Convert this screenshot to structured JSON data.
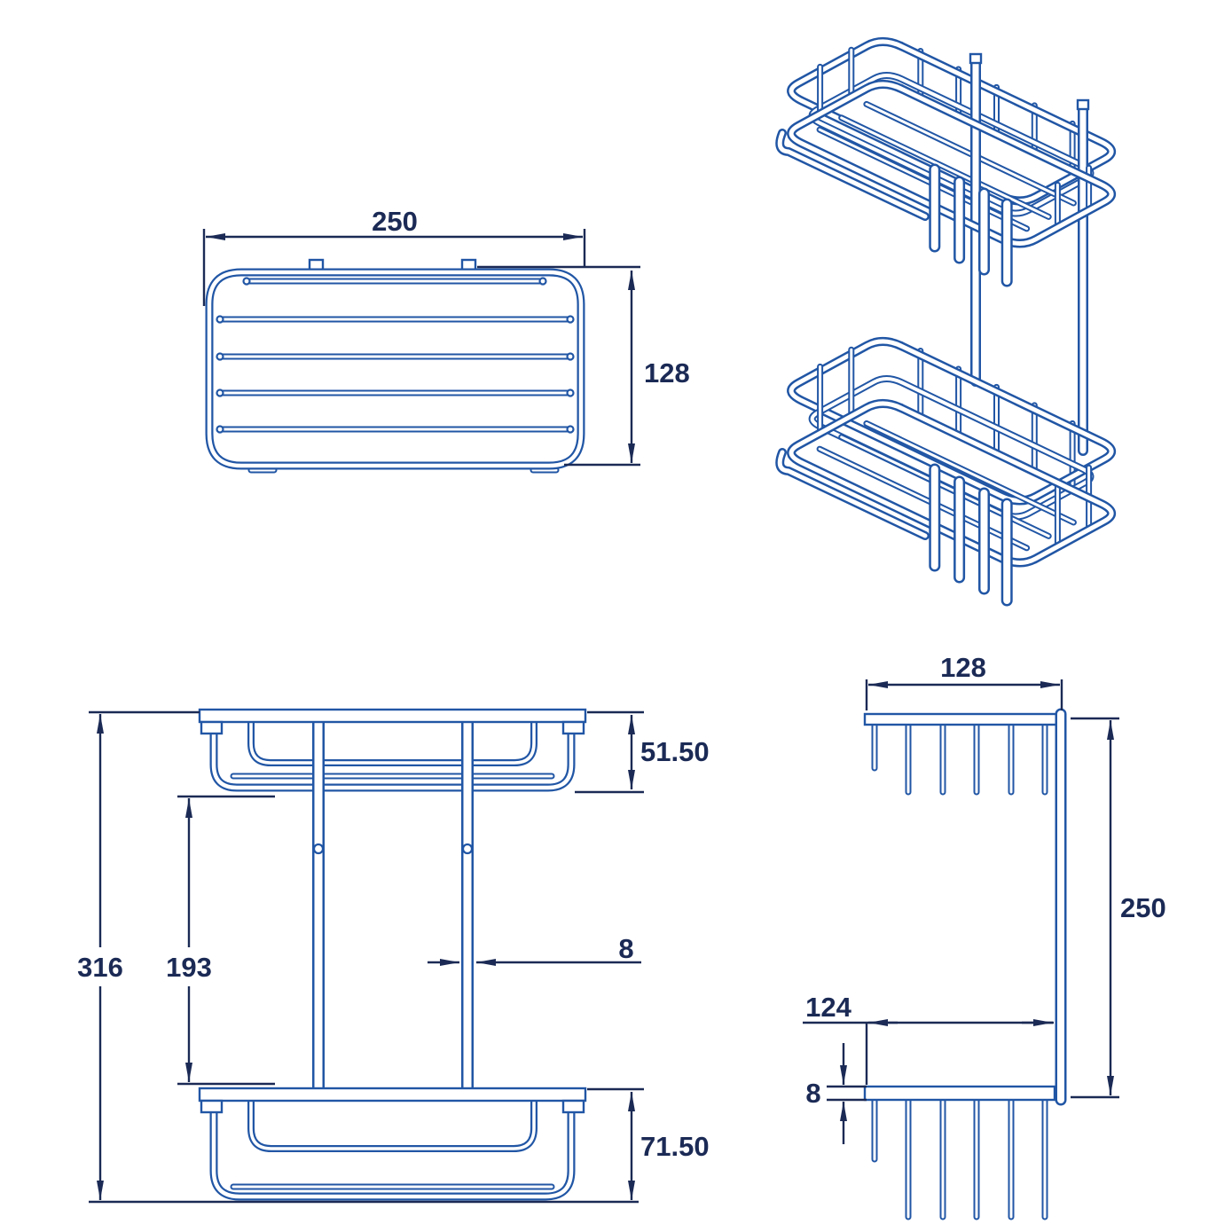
{
  "colors": {
    "wire_blue": "#2156a5",
    "dimension_navy": "#1b2a55",
    "background": "#ffffff"
  },
  "views": {
    "top_view": {
      "dim_width": "250",
      "dim_depth": "128"
    },
    "front_view": {
      "dim_overall_height": "316",
      "dim_between_baskets": "193",
      "dim_top_basket_height": "51.50",
      "dim_bottom_basket_height": "71.50",
      "dim_rail_width": "8"
    },
    "side_view": {
      "dim_top_depth": "128",
      "dim_height": "250",
      "dim_bottom_depth": "124",
      "dim_shelf_thickness": "8"
    }
  }
}
